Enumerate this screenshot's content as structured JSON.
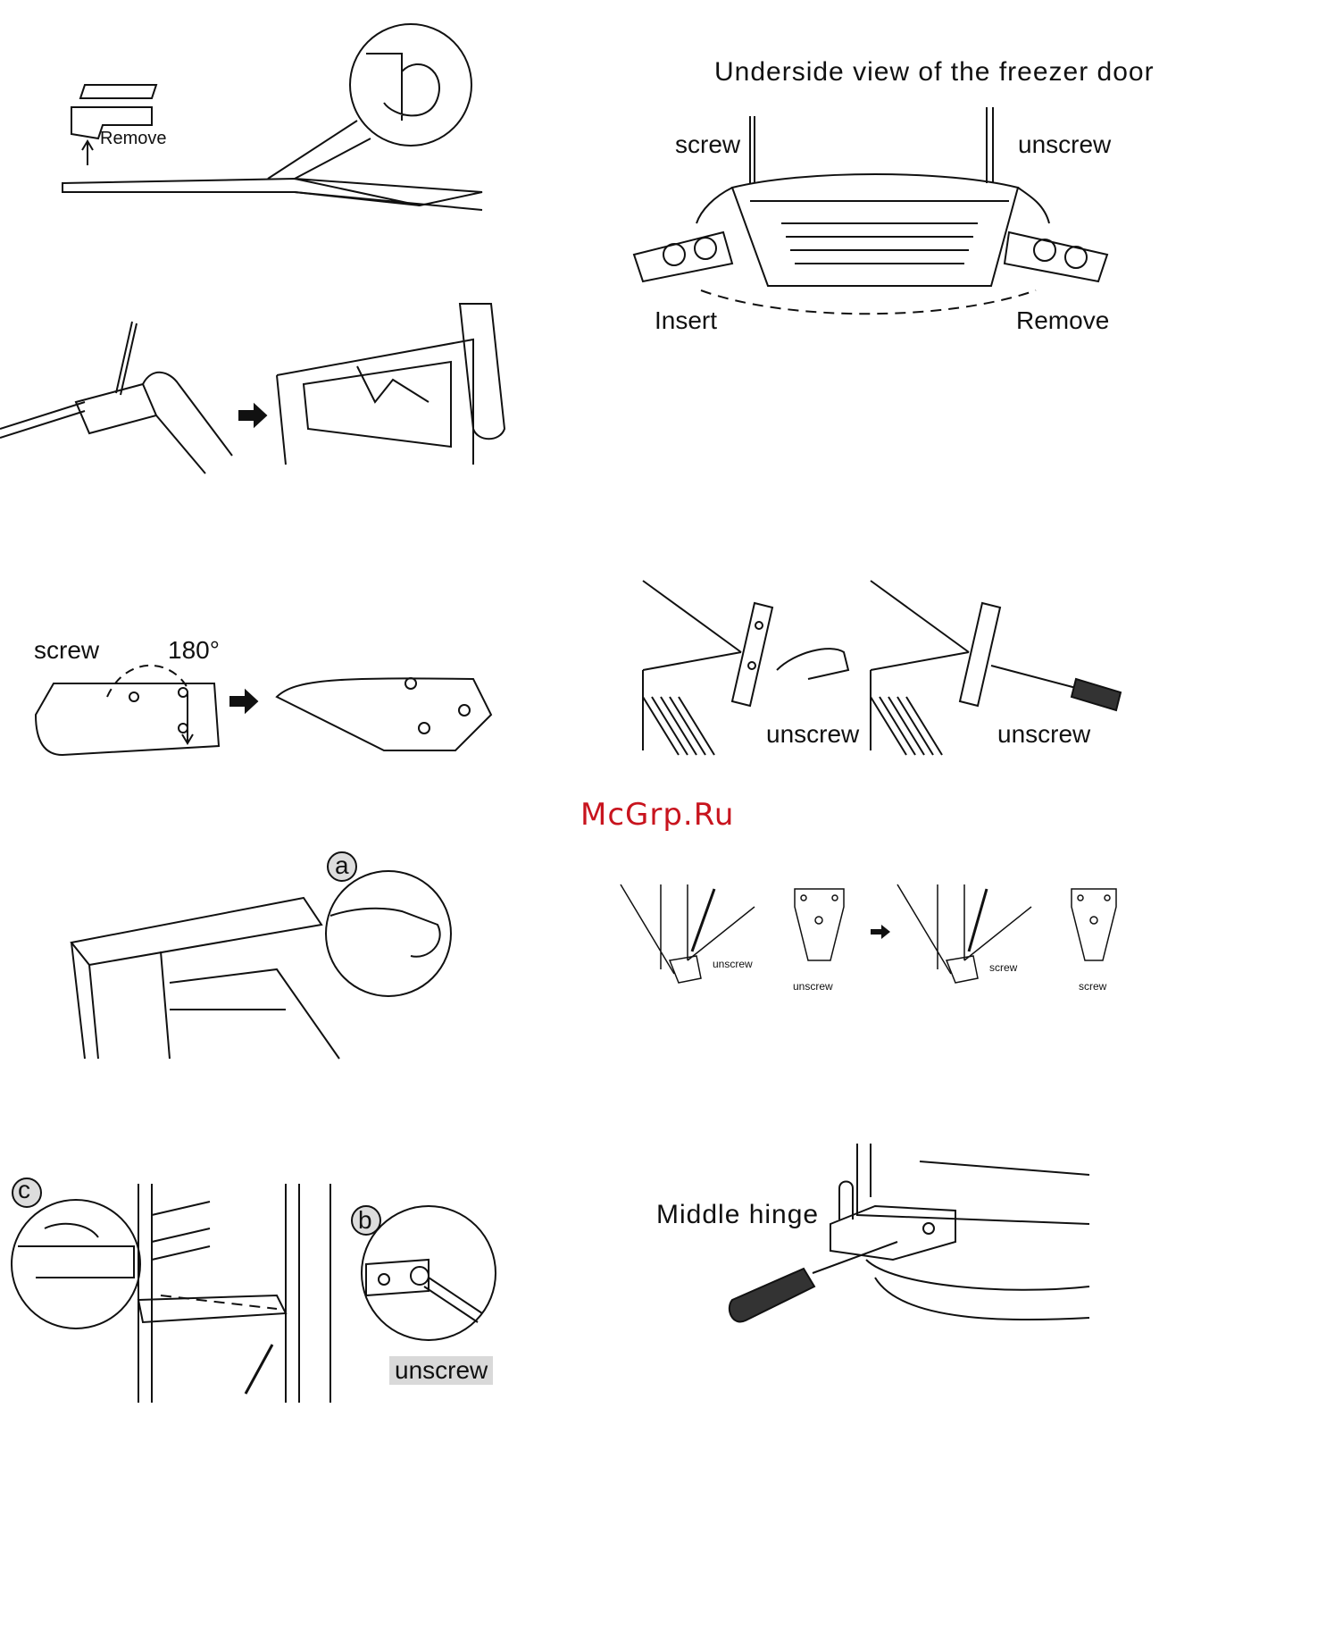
{
  "labels": {
    "remove_top": "Remove",
    "underside_title": "Underside view of the freezer door",
    "screw_left": "screw",
    "unscrew_right": "unscrew",
    "insert": "Insert",
    "remove_right": "Remove",
    "screw_plate": "screw",
    "degrees": "180°",
    "unscrew_a": "unscrew",
    "unscrew_b": "unscrew",
    "unscrew_small_1": "unscrew",
    "unscrew_small_2": "unscrew",
    "screw_small_1": "screw",
    "screw_small_2": "screw",
    "callout_a": "a",
    "callout_b": "b",
    "callout_c": "c",
    "unscrew_bottom": "unscrew",
    "middle_hinge": "Middle hinge"
  },
  "watermark": "McGrp.Ru",
  "colors": {
    "watermark": "#c8141e",
    "line": "#111111",
    "shade": "#d9d9d9"
  }
}
